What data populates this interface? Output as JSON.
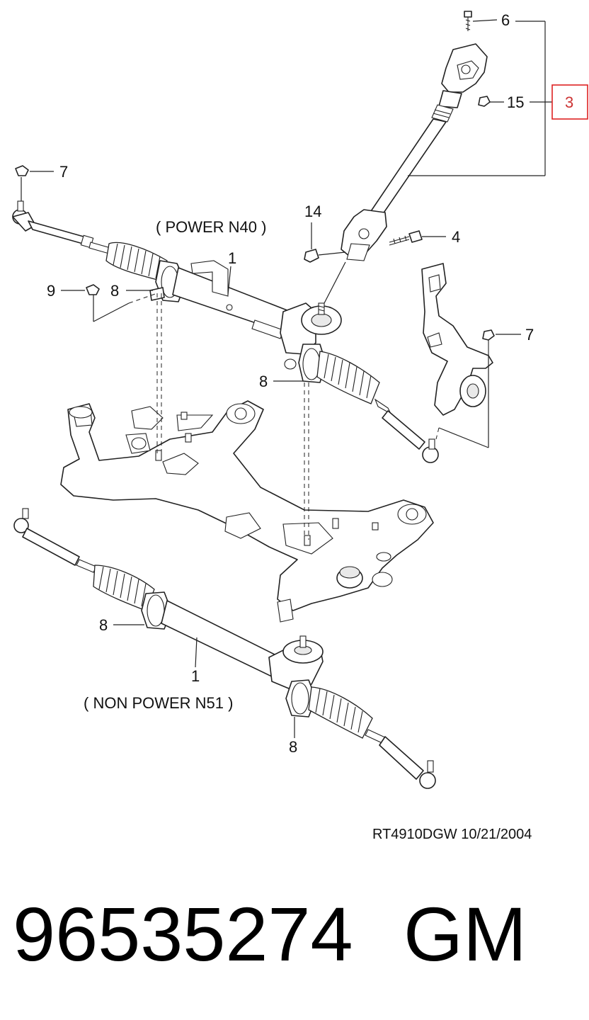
{
  "labels": {
    "l6": "6",
    "l15": "15",
    "l3": "3",
    "l7_top": "7",
    "l14": "14",
    "l4": "4",
    "l1_power": "1",
    "l9": "9",
    "l8_a": "8",
    "l7_right": "7",
    "l8_b": "8",
    "l8_c": "8",
    "l1_nonpower": "1",
    "l8_d": "8"
  },
  "captions": {
    "power": "( POWER N40 )",
    "non_power": "( NON POWER N51 )"
  },
  "drawing_code": "RT4910DGW  10/21/2004",
  "part_number": "96535274",
  "brand": "GM",
  "highlight": {
    "label": "3",
    "color": "#d22222"
  }
}
